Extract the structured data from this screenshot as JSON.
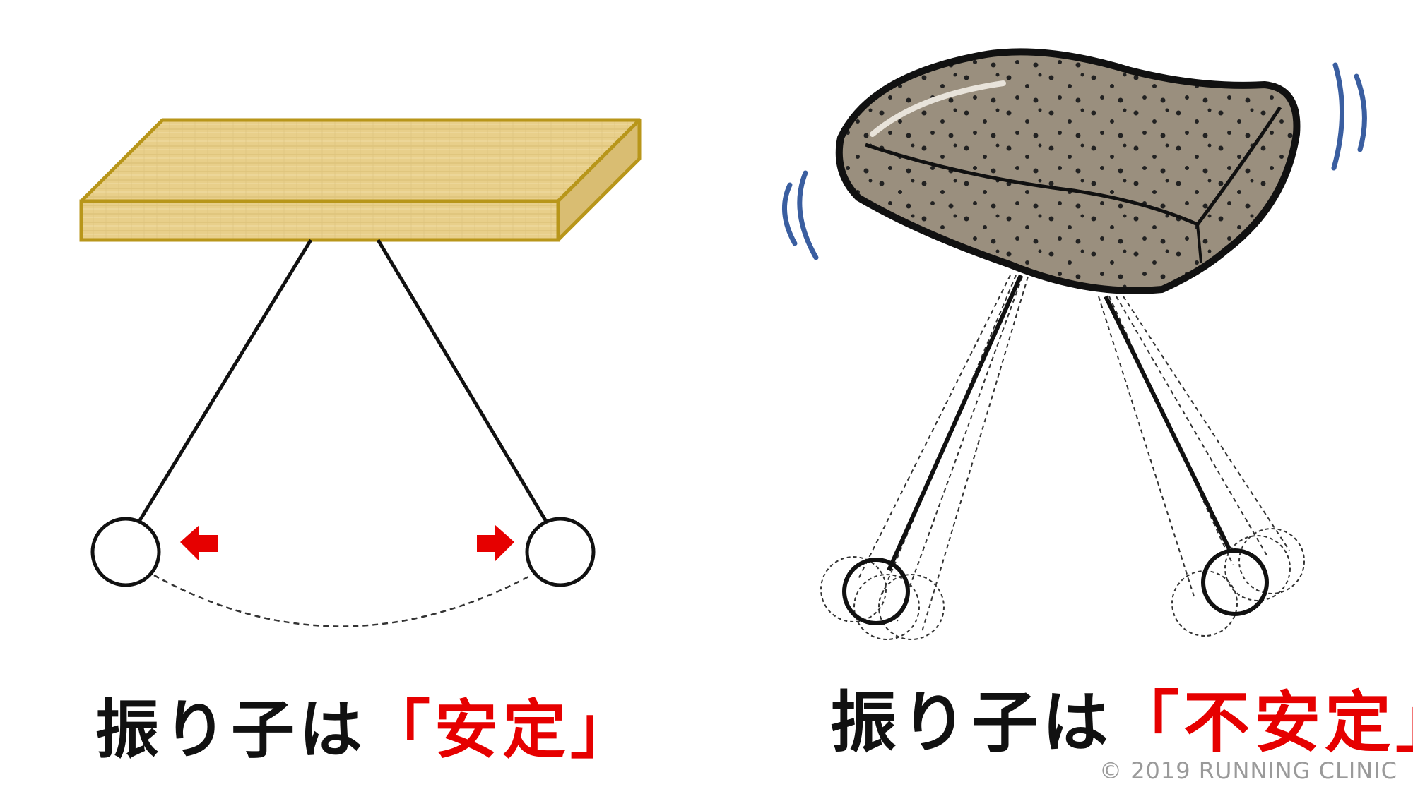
{
  "left": {
    "caption_main": "振り子は",
    "caption_accent": "「安定」"
  },
  "right": {
    "caption_main": "振り子は",
    "caption_accent": "「不安定」"
  },
  "copyright": "© 2019 RUNNING CLINIC",
  "colors": {
    "accent": "#e60000",
    "text": "#111111",
    "wood": "#e8cf8a",
    "wood_edge": "#b8961a",
    "stone": "#9a8f7e",
    "vibration": "#3a5ea0",
    "copyright": "#9a9a9a"
  },
  "icons": {
    "left_arrow": "arrow-left-icon",
    "right_arrow": "arrow-right-icon",
    "vibration": "vibration-marks-icon"
  }
}
